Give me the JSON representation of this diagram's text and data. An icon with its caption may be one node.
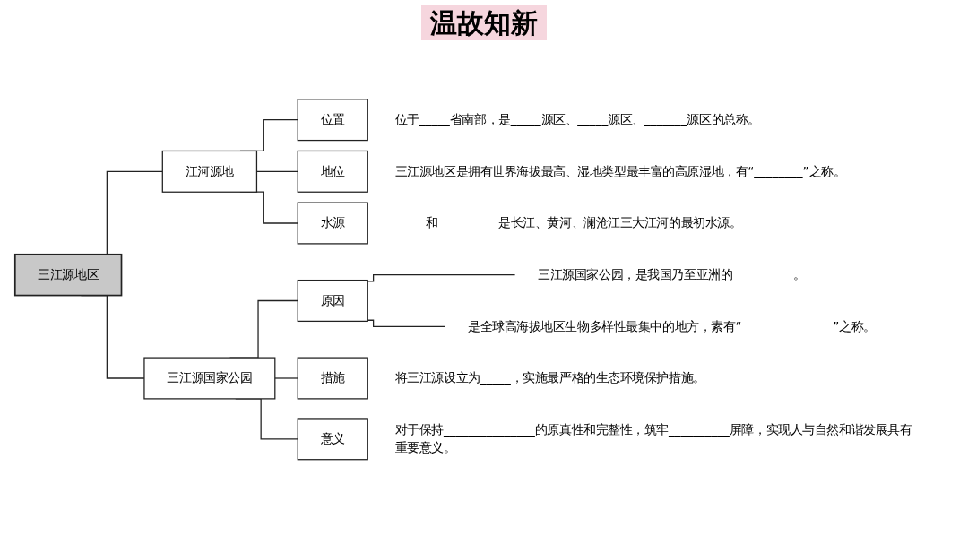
{
  "diagram": {
    "title": "温故知新",
    "nodes": [
      {
        "text": [
          "三江源地区"
        ]
      },
      {
        "text": [
          "江河源地"
        ]
      },
      {
        "text": [
          "位置"
        ],
        "beside": [
          "位于_____省南部，是_____源区、_____源区、_______源区的总称。"
        ]
      },
      {
        "text": [
          "地位"
        ],
        "beside": [
          "三江源地区是拥有世界海拔最高、湿地类型最丰富的高原湿地，有“________”之称。"
        ]
      },
      {
        "text": [
          "水源"
        ],
        "beside": [
          "_____和__________是长江、黄河、澜沧江三大江河的最初水源。"
        ]
      },
      {
        "text": [
          "三江源国家公园"
        ]
      },
      {
        "text": [
          "原因"
        ]
      },
      {
        "text": [
          "措施"
        ],
        "beside": [
          "将三江源设立为_____，实施最严格的生态环境保护措施。"
        ]
      },
      {
        "text": [
          "意义"
        ],
        "beside": [
          "对于保持_______________的原真性和完整性，筑牢__________屏障，实现人与自然和谐发展具有重要意义。"
        ]
      },
      {
        "text": [
          "三江源国家公园，是我国乃至亚洲的__________。"
        ]
      },
      {
        "text": [
          "是全球高海拔地区生物多样性最集中的地方，素有“_______________”之称。"
        ]
      }
    ],
    "edges": [
      {
        "from": 0,
        "to": 1,
        "arrow": "none"
      },
      {
        "from": 0,
        "to": 5,
        "arrow": "none"
      },
      {
        "from": 1,
        "to": 2,
        "arrow": "none"
      },
      {
        "from": 1,
        "to": 3,
        "arrow": "none"
      },
      {
        "from": 1,
        "to": 4,
        "arrow": "none"
      },
      {
        "from": 5,
        "to": 6,
        "arrow": "none"
      },
      {
        "from": 5,
        "to": 7,
        "arrow": "none"
      },
      {
        "from": 5,
        "to": 8,
        "arrow": "none"
      },
      {
        "from": 6,
        "to": 9,
        "arrow": "none"
      },
      {
        "from": 6,
        "to": 10,
        "arrow": "none"
      }
    ]
  }
}
